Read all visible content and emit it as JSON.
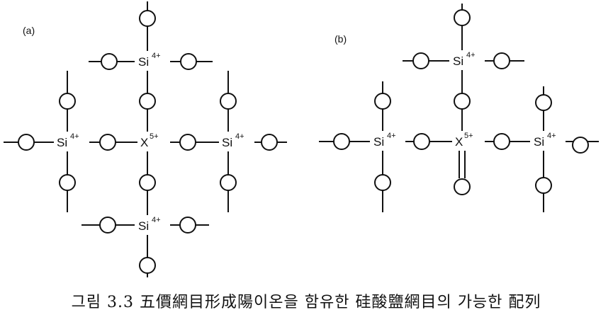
{
  "panels": {
    "a": {
      "label": "(a)"
    },
    "b": {
      "label": "(b)"
    }
  },
  "atoms": {
    "si": {
      "symbol": "Si",
      "charge": "4+"
    },
    "x": {
      "symbol": "X",
      "charge": "5+"
    }
  },
  "caption": "그림 3.3  五價網目形成陽이온을 함유한 硅酸鹽網目의 가능한 配列"
}
